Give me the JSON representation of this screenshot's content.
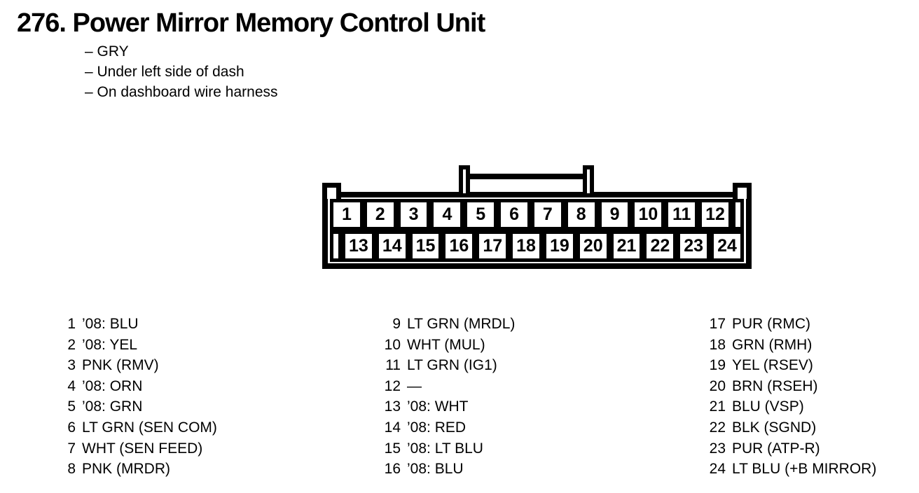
{
  "header": {
    "title": "276. Power Mirror Memory Control Unit",
    "bullets": [
      "– GRY",
      "– Under left side of dash",
      "– On dashboard wire harness"
    ]
  },
  "connector": {
    "description": "24-pin connector, two rows",
    "top_row_pins": [
      "1",
      "2",
      "3",
      "4",
      "5",
      "6",
      "7",
      "8",
      "9",
      "10",
      "11",
      "12"
    ],
    "bottom_row_pins": [
      "13",
      "14",
      "15",
      "16",
      "17",
      "18",
      "19",
      "20",
      "21",
      "22",
      "23",
      "24"
    ]
  },
  "pin_list": {
    "columns": [
      {
        "entries": [
          {
            "pin": "1",
            "desc": "’08: BLU"
          },
          {
            "pin": "2",
            "desc": "’08: YEL"
          },
          {
            "pin": "3",
            "desc": "PNK (RMV)"
          },
          {
            "pin": "4",
            "desc": "’08: ORN"
          },
          {
            "pin": "5",
            "desc": "’08: GRN"
          },
          {
            "pin": "6",
            "desc": "LT GRN (SEN COM)"
          },
          {
            "pin": "7",
            "desc": "WHT (SEN FEED)"
          },
          {
            "pin": "8",
            "desc": "PNK (MRDR)"
          }
        ]
      },
      {
        "entries": [
          {
            "pin": "9",
            "desc": "LT GRN (MRDL)"
          },
          {
            "pin": "10",
            "desc": "WHT (MUL)"
          },
          {
            "pin": "11",
            "desc": "LT GRN (IG1)"
          },
          {
            "pin": "12",
            "desc": "—"
          },
          {
            "pin": "13",
            "desc": "’08: WHT"
          },
          {
            "pin": "14",
            "desc": "’08: RED"
          },
          {
            "pin": "15",
            "desc": "’08: LT BLU"
          },
          {
            "pin": "16",
            "desc": "’08: BLU"
          }
        ]
      },
      {
        "entries": [
          {
            "pin": "17",
            "desc": "PUR (RMC)"
          },
          {
            "pin": "18",
            "desc": "GRN (RMH)"
          },
          {
            "pin": "19",
            "desc": "YEL (RSEV)"
          },
          {
            "pin": "20",
            "desc": "BRN (RSEH)"
          },
          {
            "pin": "21",
            "desc": "BLU (VSP)"
          },
          {
            "pin": "22",
            "desc": "BLK (SGND)"
          },
          {
            "pin": "23",
            "desc": "PUR (ATP-R)"
          },
          {
            "pin": "24",
            "desc": "LT BLU (+B MIRROR)"
          }
        ]
      }
    ]
  },
  "colors": {
    "ink": "#000000",
    "background": "#ffffff"
  }
}
